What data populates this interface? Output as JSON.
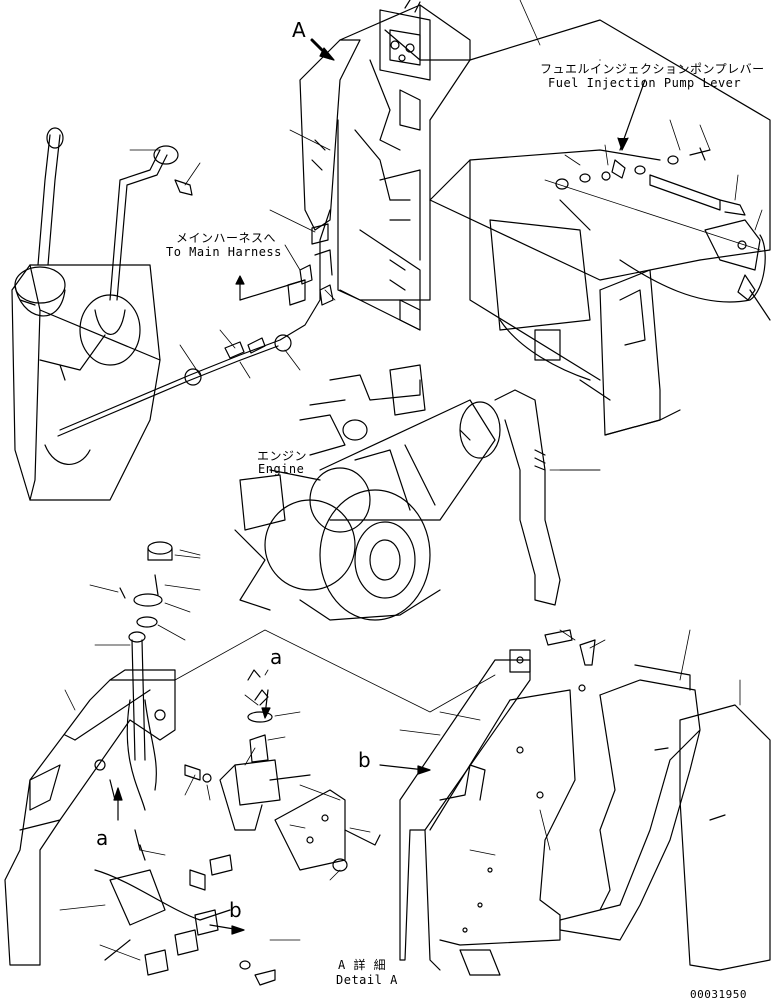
{
  "labels": {
    "view_a": "A",
    "fuel_lever_jp": "フュエルインジェクションポンプレバー",
    "fuel_lever_en": "Fuel Injection Pump Lever",
    "harness_jp": "メインハーネスへ",
    "harness_en": "To Main Harness",
    "engine_jp": "エンジン",
    "engine_en": "Engine",
    "detail_a_jp": "A 詳 細",
    "detail_a_en": "Detail A",
    "ref_a_top": "a",
    "ref_a_bottom": "a",
    "ref_b_top": "b",
    "ref_b_bottom": "b",
    "drawing_number": "00031950"
  }
}
